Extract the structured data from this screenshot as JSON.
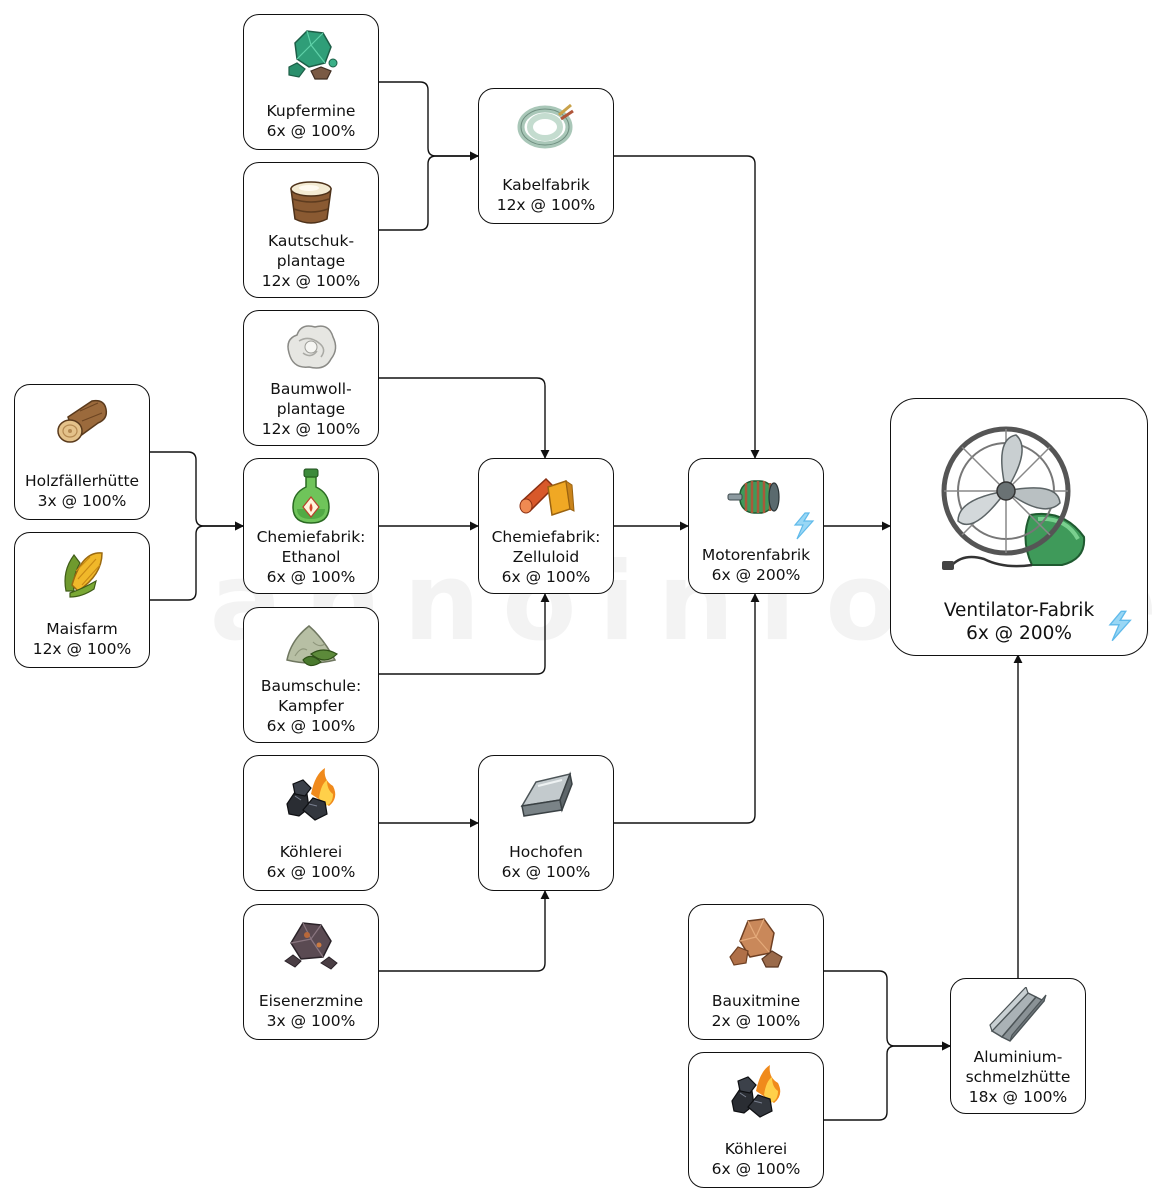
{
  "watermark": "© annoinfo.de",
  "nodes": {
    "kupfermine": {
      "label": "Kupfermine\n6x @ 100%",
      "icon": "copper-ore-icon"
    },
    "kautschuk": {
      "label": "Kautschuk-\nplantage\n12x @ 100%",
      "icon": "rubber-bucket-icon"
    },
    "kabelfabrik": {
      "label": "Kabelfabrik\n12x @ 100%",
      "icon": "cable-coil-icon"
    },
    "baumwolle": {
      "label": "Baumwoll-\nplantage\n12x @ 100%",
      "icon": "cotton-icon"
    },
    "holzfaeller": {
      "label": "Holzfällerhütte\n3x @ 100%",
      "icon": "wood-log-icon"
    },
    "maisfarm": {
      "label": "Maisfarm\n12x @ 100%",
      "icon": "corn-icon"
    },
    "ethanol": {
      "label": "Chemiefabrik:\nEthanol\n6x @ 100%",
      "icon": "ethanol-bottle-icon"
    },
    "zelluloid": {
      "label": "Chemiefabrik:\nZelluloid\n6x @ 100%",
      "icon": "celluloid-icon"
    },
    "kampfer": {
      "label": "Baumschule:\nKampfer\n6x @ 100%",
      "icon": "camphor-icon"
    },
    "motorenfabrik": {
      "label": "Motorenfabrik\n6x @ 200%",
      "icon": "motor-icon"
    },
    "ventilator": {
      "label": "Ventilator-Fabrik\n6x @ 200%",
      "icon": "fan-icon"
    },
    "koehlerei1": {
      "label": "Köhlerei\n6x @ 100%",
      "icon": "coal-icon"
    },
    "hochofen": {
      "label": "Hochofen\n6x @ 100%",
      "icon": "steel-ingot-icon"
    },
    "eisenerz": {
      "label": "Eisenerzmine\n3x @ 100%",
      "icon": "iron-ore-icon"
    },
    "bauxit": {
      "label": "Bauxitmine\n2x @ 100%",
      "icon": "bauxite-icon"
    },
    "koehlerei2": {
      "label": "Köhlerei\n6x @ 100%",
      "icon": "coal-icon"
    },
    "aluminium": {
      "label": "Aluminium-\nschmelzhütte\n18x @ 100%",
      "icon": "aluminium-profile-icon"
    }
  },
  "colors": {
    "electricity": "#4fb3e8",
    "border": "#111111"
  }
}
